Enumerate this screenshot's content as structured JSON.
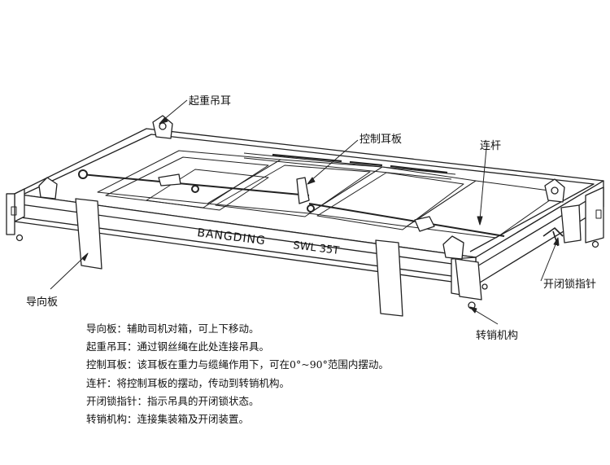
{
  "callouts": {
    "lifting_lug": "起重吊耳",
    "control_plate": "控制耳板",
    "connecting_rod": "连杆",
    "guide_plate": "导向板",
    "lock_indicator": "开闭锁指针",
    "twistlock_mechanism": "转销机构"
  },
  "beam_text": {
    "brand": "BANGDING",
    "swl": "SWL 35T"
  },
  "legend": [
    {
      "term": "导向板",
      "desc": "：辅助司机对箱，可上下移动。"
    },
    {
      "term": "起重吊耳",
      "desc": "：通过钢丝绳在此处连接吊具。"
    },
    {
      "term": "控制耳板",
      "desc": "：该耳板在重力与缆绳作用下，可在0°~90°范围内摆动。"
    },
    {
      "term": "连杆",
      "desc": "：将控制耳板的摆动，传动到转销机构。"
    },
    {
      "term": "开闭锁指针",
      "desc": "：指示吊具的开闭锁状态。"
    },
    {
      "term": "转销机构",
      "desc": "：连接集装箱及开闭装置。"
    }
  ]
}
